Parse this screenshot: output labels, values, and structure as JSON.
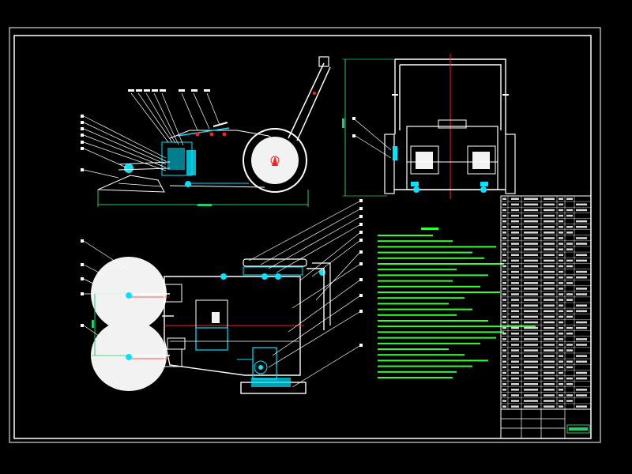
{
  "window": {
    "background": "#000000"
  },
  "colors": {
    "frame": "#ffffff",
    "outline": "#ffffff",
    "accent_cyan": "#00e5ff",
    "accent_red": "#ff2020",
    "notes_green": "#33ff33",
    "dimension_green": "#22cc66",
    "wheel_fill": "#f2f2f2"
  },
  "sheet": {
    "views": [
      "side-view",
      "front-view",
      "plan-view"
    ],
    "notes_panel": {
      "heading": "",
      "line_count": 26
    },
    "parts_table": {
      "row_count": 38,
      "column_count": 7
    },
    "title_block": {
      "title": ""
    }
  }
}
